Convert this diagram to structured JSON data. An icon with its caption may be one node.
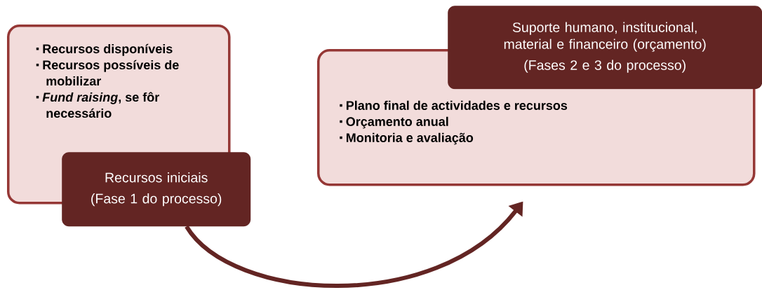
{
  "diagram": {
    "nodes": [
      {
        "text": [
          "Recursos disponíveis",
          "Recursos possíveis de mobilizar",
          "*Fund raising*, se fôr necessário"
        ]
      },
      {
        "text": [
          "Recursos iniciais",
          "(Fase 1 do processo)"
        ]
      },
      {
        "text": [
          "Plano final de actividades e recursos",
          "Orçamento anual",
          "Monitoria e avaliação"
        ]
      },
      {
        "text": [
          "Suporte humano, institucional, material e financeiro (orçamento)",
          "(Fases 2 e 3 do processo)"
        ]
      }
    ],
    "edges": [
      {
        "from": 1,
        "to": 2,
        "arrow": "to"
      }
    ]
  }
}
